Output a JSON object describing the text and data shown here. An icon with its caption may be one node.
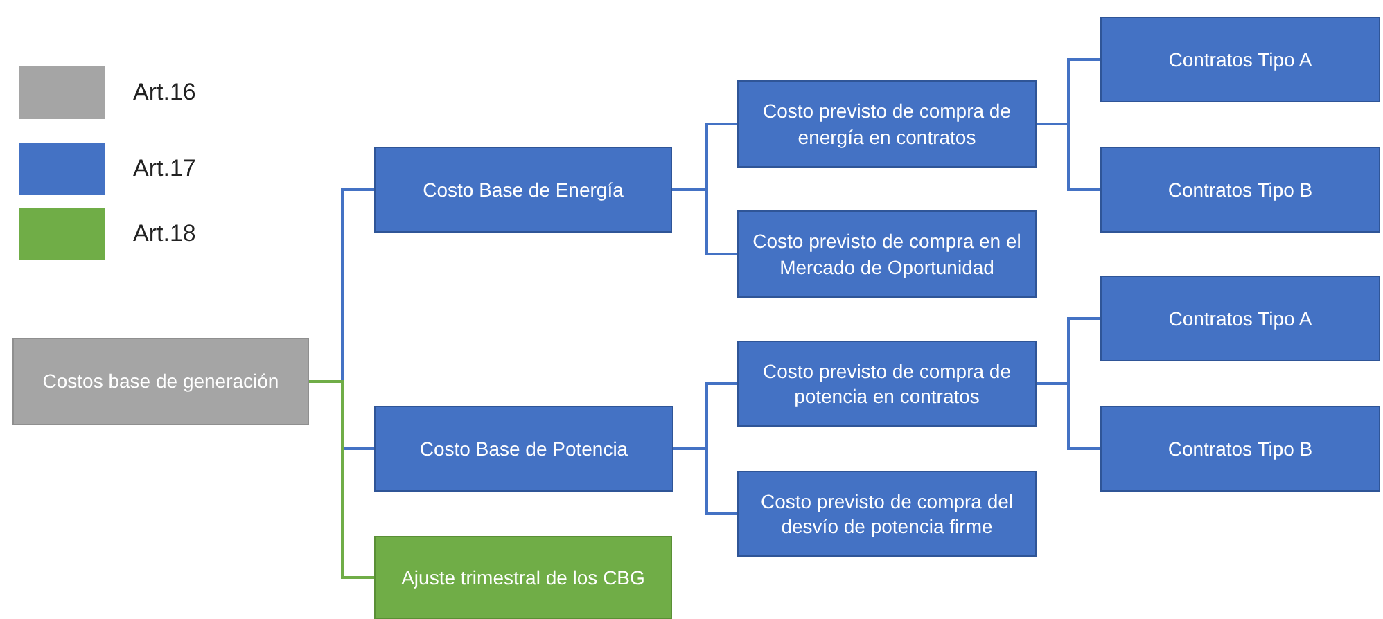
{
  "diagram": {
    "nodes": [
      {
        "text": [
          "Costos base de generación"
        ]
      },
      {
        "text": [
          "Costo Base de Energía"
        ]
      },
      {
        "text": [
          "Costo Base de Potencia"
        ]
      },
      {
        "text": [
          "Ajuste trimestral de los CBG"
        ]
      },
      {
        "text": [
          "Costo previsto de compra de energía en contratos"
        ]
      },
      {
        "text": [
          "Costo previsto de compra en el Mercado de Oportunidad"
        ]
      },
      {
        "text": [
          "Costo previsto de compra de potencia en contratos"
        ]
      },
      {
        "text": [
          "Costo previsto de compra del desvío de potencia firme"
        ]
      },
      {
        "text": [
          "Contratos Tipo A"
        ]
      },
      {
        "text": [
          "Contratos Tipo B"
        ]
      },
      {
        "text": [
          "Contratos Tipo A"
        ]
      },
      {
        "text": [
          "Contratos Tipo B"
        ]
      }
    ],
    "edges": [
      {
        "from": 0,
        "to": 1,
        "arrow": "none"
      },
      {
        "from": 0,
        "to": 2,
        "arrow": "none"
      },
      {
        "from": 0,
        "to": 3,
        "arrow": "none",
        "color": "#70ad47"
      },
      {
        "from": 1,
        "to": 4,
        "arrow": "none"
      },
      {
        "from": 1,
        "to": 5,
        "arrow": "none"
      },
      {
        "from": 2,
        "to": 6,
        "arrow": "none"
      },
      {
        "from": 2,
        "to": 7,
        "arrow": "none"
      },
      {
        "from": 4,
        "to": 8,
        "arrow": "none"
      },
      {
        "from": 4,
        "to": 9,
        "arrow": "none"
      },
      {
        "from": 6,
        "to": 10,
        "arrow": "none"
      },
      {
        "from": 6,
        "to": 11,
        "arrow": "none"
      }
    ],
    "legend": [
      {
        "text": "Art.16",
        "color": "#a5a5a5"
      },
      {
        "text": "Art.17",
        "color": "#4472c4"
      },
      {
        "text": "Art.18",
        "color": "#70ad47"
      }
    ]
  }
}
